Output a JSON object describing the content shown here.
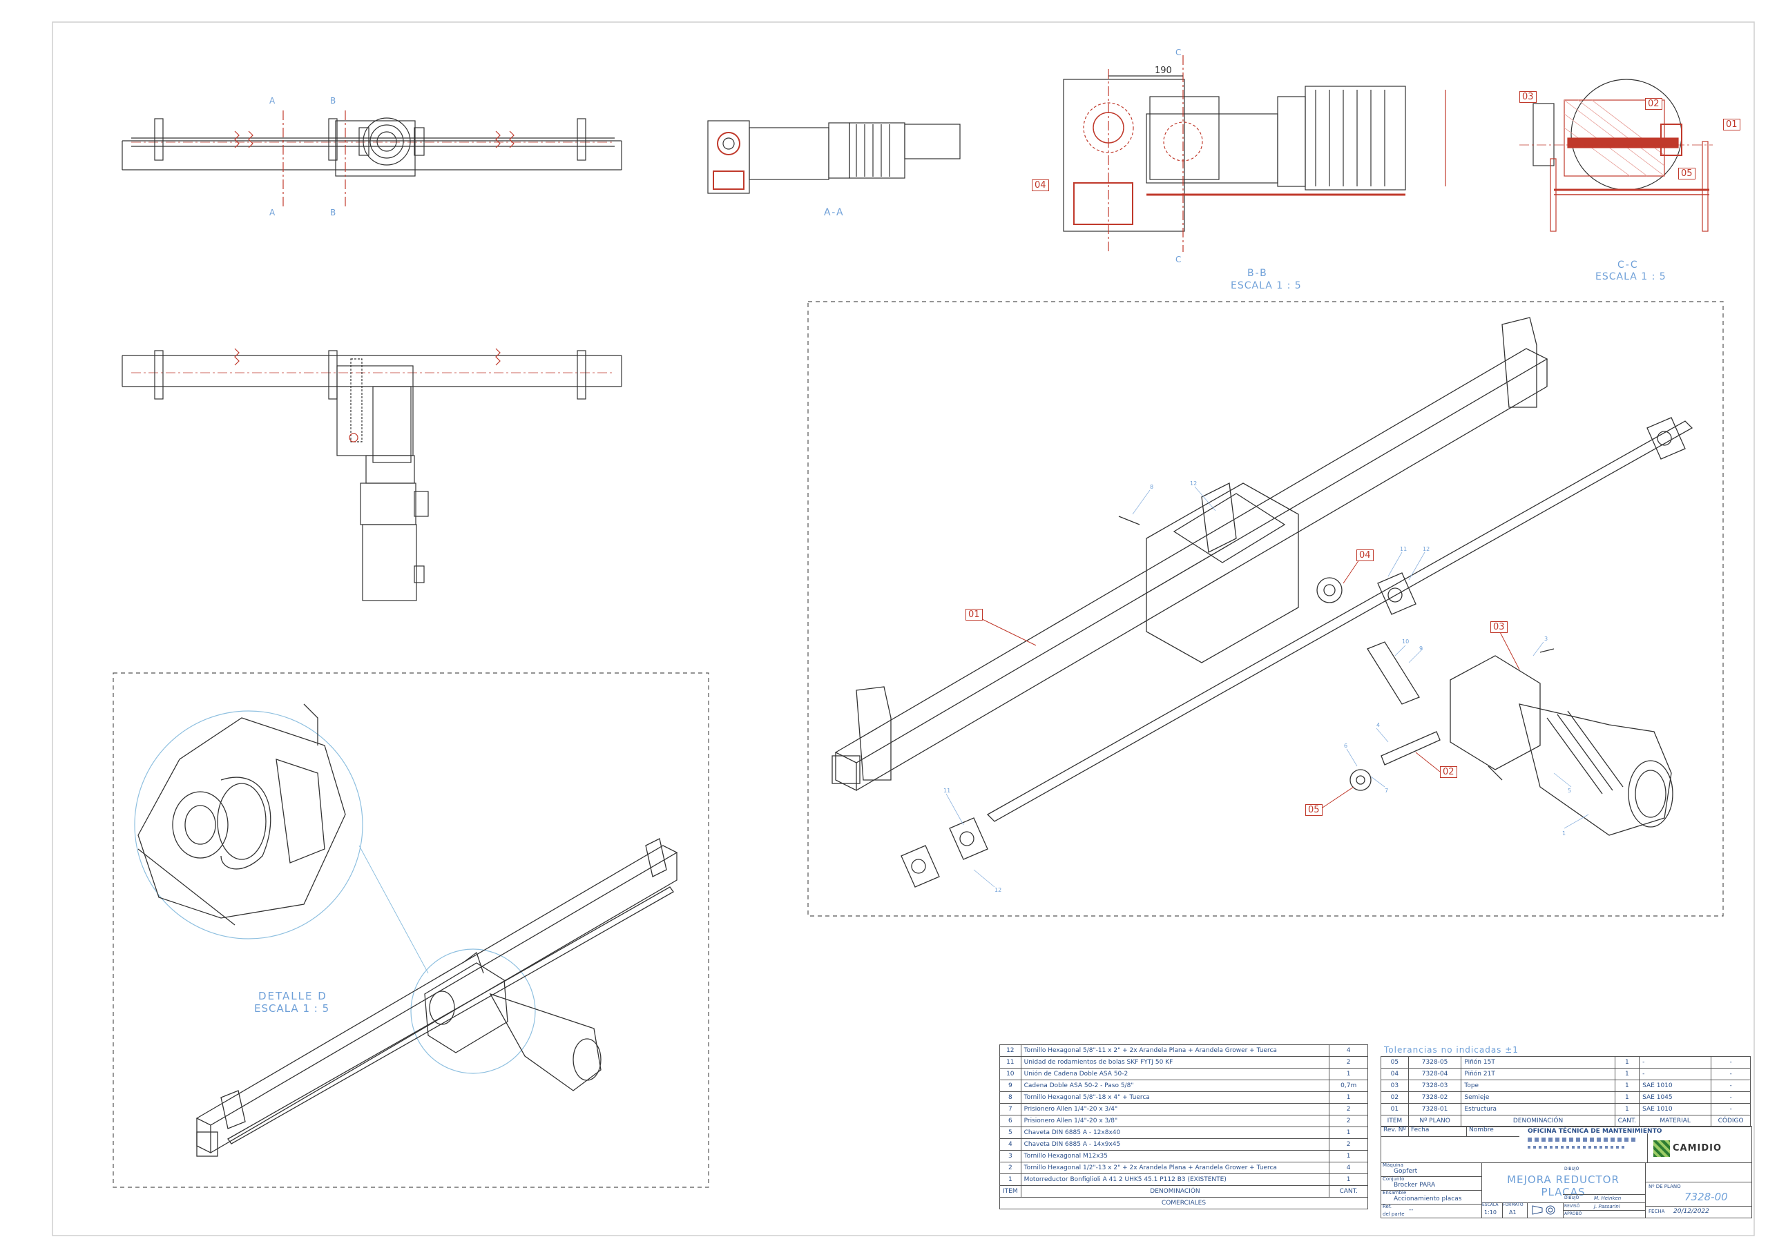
{
  "views": {
    "a_a": "A-A",
    "b_b": "B-B",
    "b_b_scale": "ESCALA 1 : 5",
    "c_c": "C-C",
    "c_c_scale": "ESCALA 1 : 5",
    "detail_d": "DETALLE D",
    "detail_d_scale": "ESCALA 1 : 5",
    "section_letters": [
      "A",
      "A",
      "B",
      "B",
      "C",
      "C"
    ],
    "dimension_190": "190"
  },
  "part_tags": [
    "01",
    "02",
    "03",
    "04",
    "05"
  ],
  "balloons": [
    "8",
    "12",
    "11",
    "12",
    "10",
    "9",
    "3",
    "4",
    "6",
    "7",
    "5",
    "1",
    "11",
    "12"
  ],
  "components": {
    "header_item": "ITEM",
    "header_desc": "DENOMINACIÓN",
    "header_qty": "CANT.",
    "footer": "COMERCIALES",
    "rows": [
      {
        "item": "12",
        "desc": "Tornillo Hexagonal 5/8\"-11 x 2\" + 2x Arandela Plana + Arandela Grower + Tuerca",
        "qty": "4"
      },
      {
        "item": "11",
        "desc": "Unidad de rodamientos de bolas SKF FYTJ 50 KF",
        "qty": "2"
      },
      {
        "item": "10",
        "desc": "Unión de Cadena Doble ASA 50-2",
        "qty": "1"
      },
      {
        "item": "9",
        "desc": "Cadena Doble ASA 50-2 - Paso 5/8\"",
        "qty": "0,7m"
      },
      {
        "item": "8",
        "desc": "Tornillo Hexagonal 5/8\"-18 x 4\" + Tuerca",
        "qty": "1"
      },
      {
        "item": "7",
        "desc": "Prisionero Allen 1/4\"-20 x 3/4\"",
        "qty": "2"
      },
      {
        "item": "6",
        "desc": "Prisionero Allen 1/4\"-20 x 3/8\"",
        "qty": "2"
      },
      {
        "item": "5",
        "desc": "Chaveta DIN 6885 A - 12x8x40",
        "qty": "1"
      },
      {
        "item": "4",
        "desc": "Chaveta DIN 6885 A - 14x9x45",
        "qty": "2"
      },
      {
        "item": "3",
        "desc": "Tornillo Hexagonal M12x35",
        "qty": "1"
      },
      {
        "item": "2",
        "desc": "Tornillo Hexagonal 1/2\"-13 x 2\" + 2x Arandela Plana + Arandela Grower + Tuerca",
        "qty": "4"
      },
      {
        "item": "1",
        "desc": "Motorreductor Bonfiglioli A 41 2 UHK5 45.1 P112 B3 (EXISTENTE)",
        "qty": "1"
      }
    ]
  },
  "parts": {
    "tolerance": "Tolerancias no indicadas ±1",
    "header": {
      "item": "ITEM",
      "plano": "Nº PLANO",
      "desc": "DENOMINACIÓN",
      "cant": "CANT.",
      "material": "MATERIAL",
      "codigo": "CÓDIGO"
    },
    "rows": [
      {
        "item": "05",
        "plano": "7328-05",
        "desc": "Piñón 15T",
        "cant": "1",
        "material": "-",
        "codigo": "-"
      },
      {
        "item": "04",
        "plano": "7328-04",
        "desc": "Piñón 21T",
        "cant": "1",
        "material": "-",
        "codigo": "-"
      },
      {
        "item": "03",
        "plano": "7328-03",
        "desc": "Tope",
        "cant": "1",
        "material": "SAE 1010",
        "codigo": "-"
      },
      {
        "item": "02",
        "plano": "7328-02",
        "desc": "Semieje",
        "cant": "1",
        "material": "SAE 1045",
        "codigo": "-"
      },
      {
        "item": "01",
        "plano": "7328-01",
        "desc": "Estructura",
        "cant": "1",
        "material": "SAE 1010",
        "codigo": "-"
      }
    ]
  },
  "title_block": {
    "rev_col": "Rev. Nº",
    "fecha_col": "Fecha",
    "nombre_col": "Nombre",
    "office": "OFICINA TÉCNICA DE MANTENIMIENTO",
    "maquina_label": "Máquina",
    "maquina": "Gopfert",
    "conjunto_label": "Conjunto",
    "conjunto": "Brocker PARA",
    "ensamble_label": "Ensamble",
    "ensamble": "Accionamiento placas",
    "title_line1": "MEJORA REDUCTOR",
    "title_line2": "PLACAS",
    "escala_label": "ESCALA",
    "escala": "1:10",
    "formato_label": "FORMATO",
    "formato": "A1",
    "dibujo_label": "DIBUJÓ",
    "dibujo": "M. Heinken",
    "reviso_label": "REVISÓ",
    "reviso": "J. Passarini",
    "aprobo_label": "APROBÓ",
    "plano_label": "Nº DE PLANO",
    "plano_no": "7328-00",
    "fecha_label": "FECHA",
    "fecha": "20/12/2022",
    "ref_label": "Ref.",
    "ref_value": "--",
    "del_parte_label": "del parte",
    "del_parte_value": "--",
    "logo": "CAMIDIO"
  }
}
